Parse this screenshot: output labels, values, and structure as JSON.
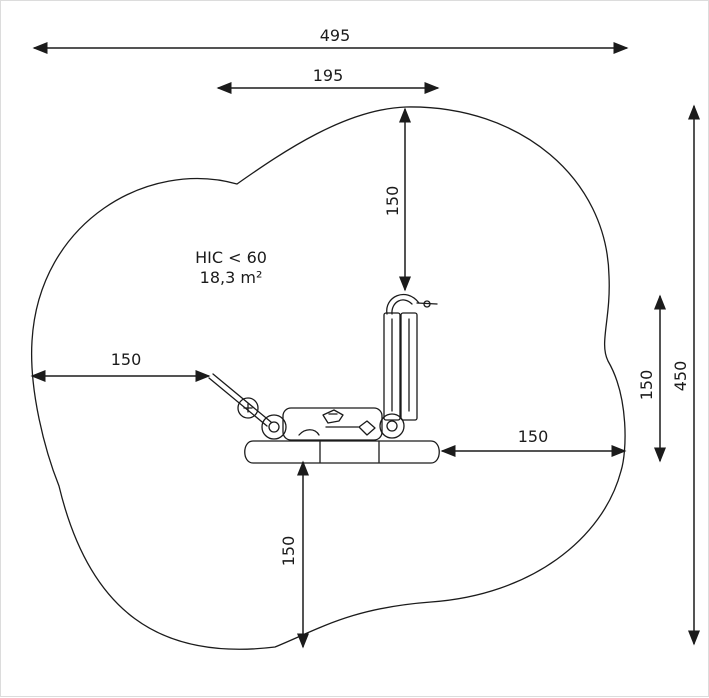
{
  "labels": {
    "overall_width": "495",
    "top_width": "195",
    "top_clearance": "150",
    "left_clearance": "150",
    "right_clearance": "150",
    "bottom_clearance": "150",
    "right_inner_height": "150",
    "overall_height": "450"
  },
  "info": {
    "hic": "HIC < 60",
    "area": "18,3 m²"
  }
}
